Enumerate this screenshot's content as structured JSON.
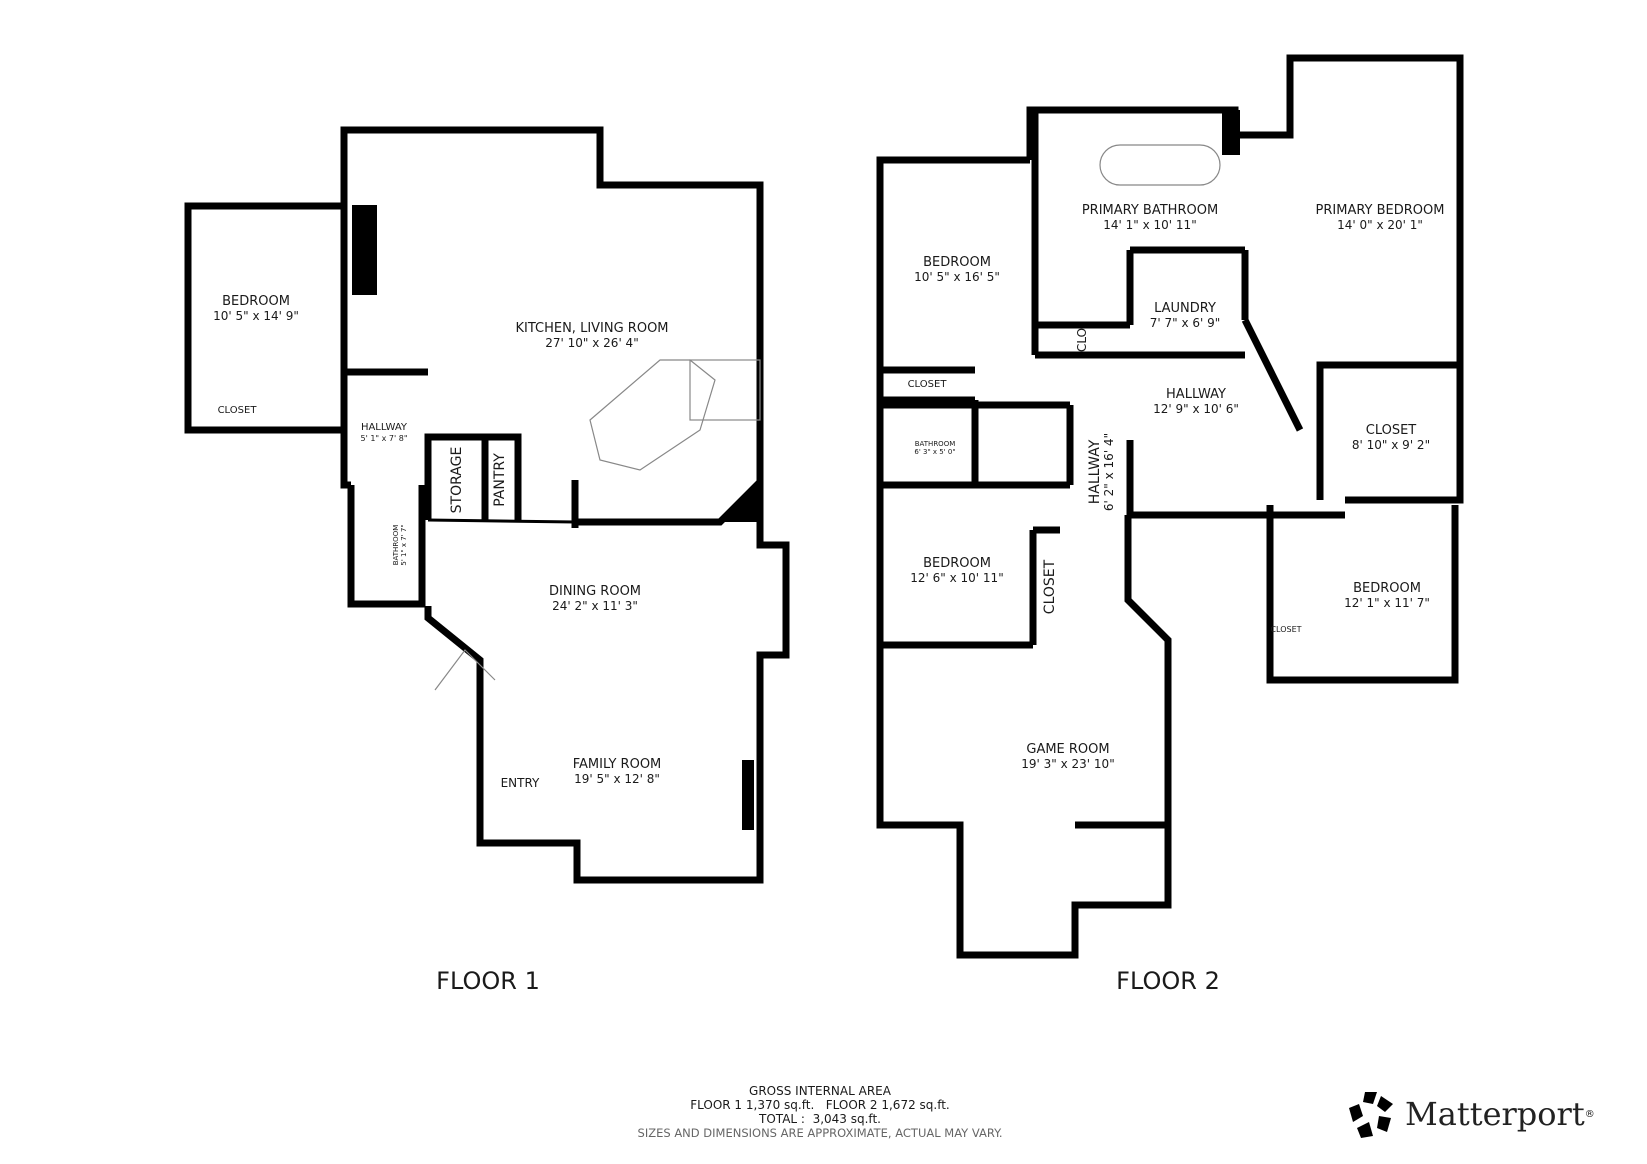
{
  "floors": [
    {
      "label": "FLOOR 1",
      "rooms": [
        {
          "name": "BEDROOM",
          "dims": "10' 5\" x 14' 9\""
        },
        {
          "name": "CLOSET",
          "dims": ""
        },
        {
          "name": "KITCHEN, LIVING ROOM",
          "dims": "27' 10\" x 26' 4\""
        },
        {
          "name": "HALLWAY",
          "dims": "5' 1\" x 7' 8\""
        },
        {
          "name": "STORAGE",
          "dims": ""
        },
        {
          "name": "PANTRY",
          "dims": ""
        },
        {
          "name": "BATHROOM",
          "dims": "5' 1\" x 7' 7\""
        },
        {
          "name": "DINING ROOM",
          "dims": "24' 2\" x 11' 3\""
        },
        {
          "name": "FAMILY ROOM",
          "dims": "19' 5\" x 12' 8\""
        },
        {
          "name": "ENTRY",
          "dims": ""
        }
      ]
    },
    {
      "label": "FLOOR 2",
      "rooms": [
        {
          "name": "BEDROOM",
          "dims": "10' 5\" x 16' 5\""
        },
        {
          "name": "CLOSET",
          "dims": ""
        },
        {
          "name": "PRIMARY BATHROOM",
          "dims": "14' 1\" x 10' 11\""
        },
        {
          "name": "LAUNDRY",
          "dims": "7' 7\" x 6' 9\""
        },
        {
          "name": "CLO",
          "dims": ""
        },
        {
          "name": "PRIMARY BEDROOM",
          "dims": "14' 0\" x 20' 1\""
        },
        {
          "name": "HALLWAY",
          "dims": "12' 9\" x 10' 6\""
        },
        {
          "name": "CLOSET",
          "dims": "8' 10\" x 9' 2\""
        },
        {
          "name": "BATHROOM",
          "dims": "6' 3\" x 5' 0\""
        },
        {
          "name": "HALLWAY",
          "dims": "6' 2\" x 16' 4\""
        },
        {
          "name": "BEDROOM",
          "dims": "12' 6\" x 10' 11\""
        },
        {
          "name": "CLOSET",
          "dims": ""
        },
        {
          "name": "BEDROOM",
          "dims": "12' 1\" x 11' 7\""
        },
        {
          "name": "CLOSET",
          "dims": ""
        },
        {
          "name": "GAME ROOM",
          "dims": "19' 3\" x 23' 10\""
        }
      ]
    }
  ],
  "footer": {
    "title": "GROSS INTERNAL AREA",
    "floor_areas": "FLOOR 1 1,370 sq.ft.   FLOOR 2 1,672 sq.ft.",
    "total": "TOTAL :  3,043 sq.ft.",
    "disclaimer": "SIZES AND DIMENSIONS ARE APPROXIMATE, ACTUAL MAY VARY."
  },
  "brand": {
    "name": "Matterport",
    "mark": "®",
    "icon": "matterport-logo-icon"
  }
}
